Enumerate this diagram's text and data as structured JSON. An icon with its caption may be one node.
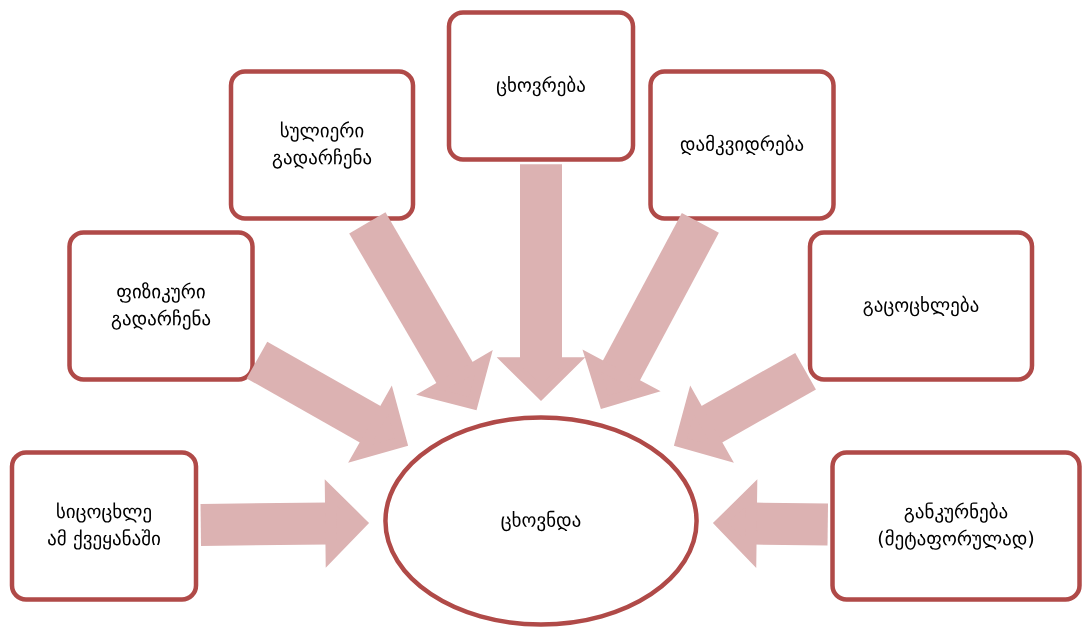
{
  "diagram": {
    "nodes": [
      {
        "text": [
          "ცხოვნდა"
        ]
      },
      {
        "text": [
          "სიცოცხლე ამ ქვეყანაში"
        ]
      },
      {
        "text": [
          "ფიზიკური გადარჩენა"
        ]
      },
      {
        "text": [
          "სულიერი გადარჩენა"
        ]
      },
      {
        "text": [
          "ცხოვრება"
        ]
      },
      {
        "text": [
          "დამკვიდრება"
        ]
      },
      {
        "text": [
          "გაცოცხლება"
        ]
      },
      {
        "text": [
          "განკურნება (მეტაფორულად)"
        ]
      }
    ],
    "edges": [
      {
        "from": 1,
        "to": 0,
        "arrow": "to"
      },
      {
        "from": 2,
        "to": 0,
        "arrow": "to"
      },
      {
        "from": 3,
        "to": 0,
        "arrow": "to"
      },
      {
        "from": 4,
        "to": 0,
        "arrow": "to"
      },
      {
        "from": 5,
        "to": 0,
        "arrow": "to"
      },
      {
        "from": 6,
        "to": 0,
        "arrow": "to"
      },
      {
        "from": 7,
        "to": 0,
        "arrow": "to"
      }
    ]
  }
}
